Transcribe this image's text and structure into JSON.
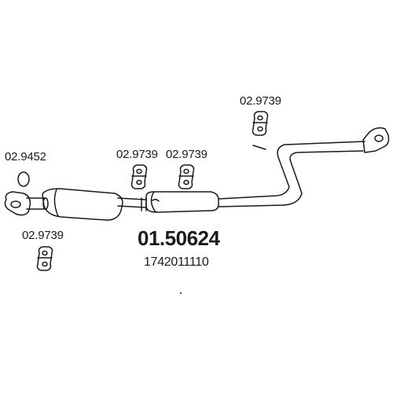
{
  "part_labels": {
    "ring_gasket": "02.9452",
    "hanger_top_right": "02.9739",
    "hanger_mid_left": "02.9739",
    "hanger_mid_right": "02.9739",
    "hanger_bottom_left": "02.9739"
  },
  "main_part_number": "01.50624",
  "oem_number": "1742011110",
  "colors": {
    "line": "#1a1a1a",
    "background": "#ffffff"
  }
}
